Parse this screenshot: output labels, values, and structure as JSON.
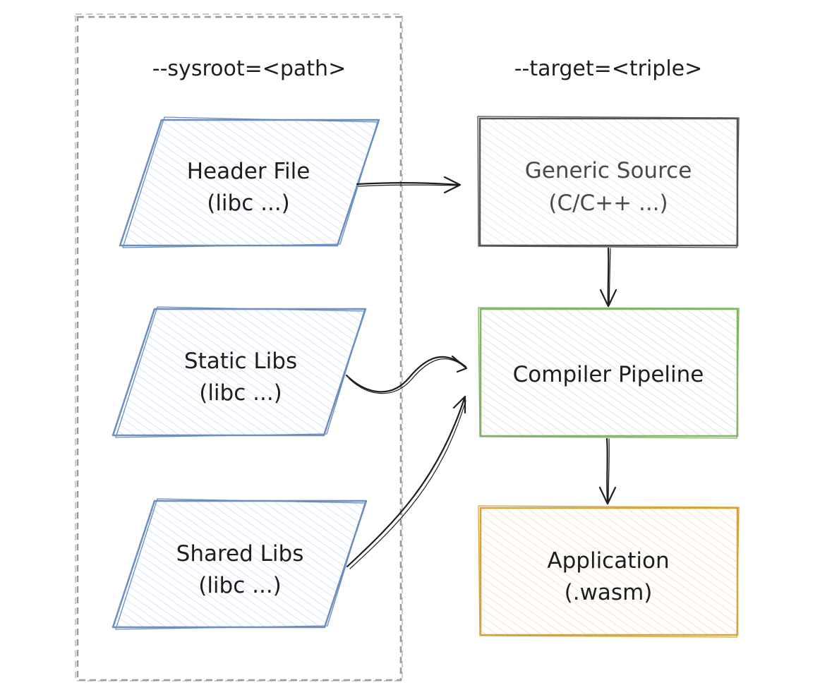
{
  "headers": {
    "sysroot": "--sysroot=<path>",
    "target": "--target=<triple>"
  },
  "inputs": [
    {
      "line1": "Header File",
      "line2": "(libc ...)"
    },
    {
      "line1": "Static Libs",
      "line2": "(libc ...)"
    },
    {
      "line1": "Shared Libs",
      "line2": "(libc ...)"
    }
  ],
  "nodes": {
    "source": {
      "line1": "Generic Source",
      "line2": "(C/C++ ...)"
    },
    "compiler": {
      "line1": "Compiler Pipeline"
    },
    "application": {
      "line1": "Application",
      "line2": "(.wasm)"
    }
  },
  "colors": {
    "input_stroke": "#6c8ebf",
    "input_fill": "#dae8fc",
    "source_stroke": "#555555",
    "source_fill": "#f0f0f0",
    "compiler_stroke": "#82b366",
    "compiler_fill": "#d5e8d4",
    "app_stroke": "#d6a33a",
    "app_fill": "#fbe3c4",
    "sysroot_border": "#999999",
    "arrow": "#1e1e1e"
  }
}
